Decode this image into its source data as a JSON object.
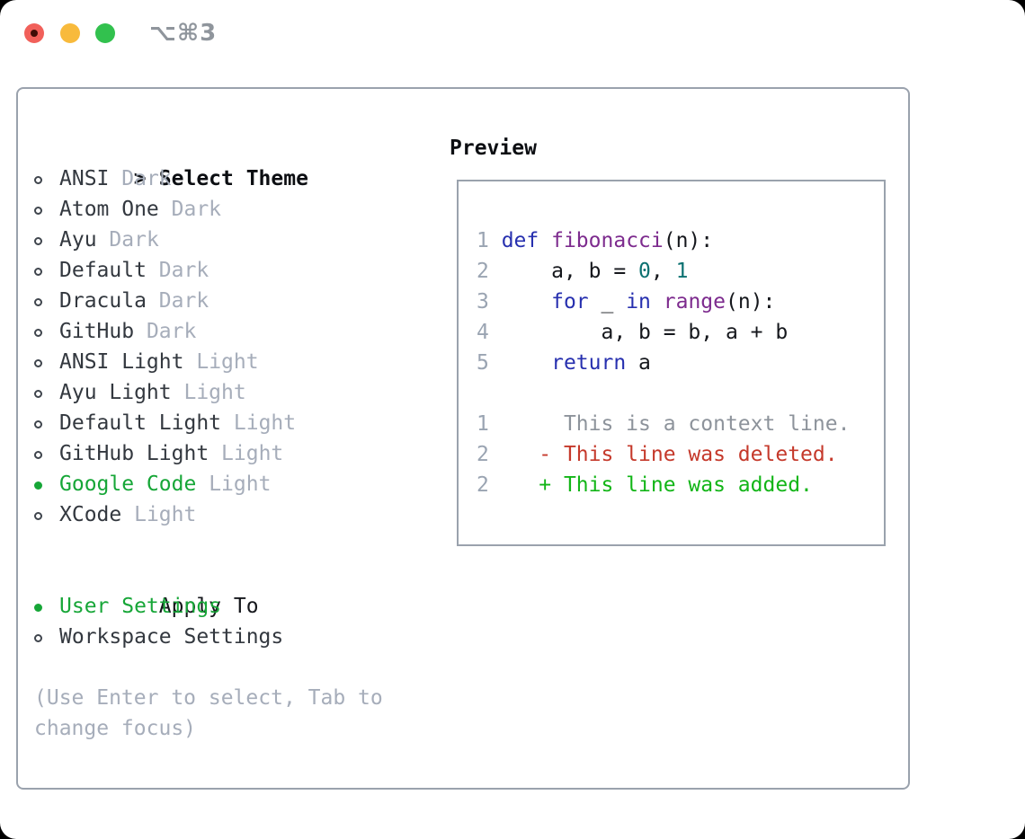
{
  "titlebar": {
    "title": "⌥⌘3",
    "buttons": [
      "close",
      "minimize",
      "zoom"
    ]
  },
  "colors": {
    "accent_green": "#16a637",
    "diff_added": "#12b517",
    "diff_removed": "#c5392b",
    "diff_context": "#8d939b",
    "keyword_blue": "#2730af",
    "function_purple": "#7d2b8e",
    "literal_teal": "#0c7171",
    "line_number_gray": "#9aa4b2",
    "muted_gray": "#a6adba",
    "text_dark": "#33383f",
    "heading_black": "#0c0e12",
    "border_gray": "#9aa2ad",
    "traffic_red": "#f1605a",
    "traffic_yellow": "#f8ba3c",
    "traffic_green": "#32c14e"
  },
  "theme_panel": {
    "header": {
      "cursor": ">",
      "label": "Select Theme"
    },
    "themes": [
      {
        "name": "ANSI",
        "variant": "Dark",
        "selected": false
      },
      {
        "name": "Atom One",
        "variant": "Dark",
        "selected": false
      },
      {
        "name": "Ayu",
        "variant": "Dark",
        "selected": false
      },
      {
        "name": "Default",
        "variant": "Dark",
        "selected": false
      },
      {
        "name": "Dracula",
        "variant": "Dark",
        "selected": false
      },
      {
        "name": "GitHub",
        "variant": "Dark",
        "selected": false
      },
      {
        "name": "ANSI Light",
        "variant": "Light",
        "selected": false
      },
      {
        "name": "Ayu Light",
        "variant": "Light",
        "selected": false
      },
      {
        "name": "Default Light",
        "variant": "Light",
        "selected": false
      },
      {
        "name": "GitHub Light",
        "variant": "Light",
        "selected": false
      },
      {
        "name": "Google Code",
        "variant": "Light",
        "selected": true
      },
      {
        "name": "XCode",
        "variant": "Light",
        "selected": false
      }
    ],
    "apply_to": {
      "label": "Apply To",
      "options": [
        {
          "name": "User Settings",
          "selected": true
        },
        {
          "name": "Workspace Settings",
          "selected": false
        }
      ]
    },
    "help": "(Use Enter to select, Tab to change focus)"
  },
  "preview": {
    "heading": "Preview",
    "code_lines": [
      [
        [
          "num",
          "1 "
        ],
        [
          "kwd",
          "def"
        ],
        [
          "pln",
          " "
        ],
        [
          "typ",
          "fibonacci"
        ],
        [
          "pln",
          "(n):"
        ]
      ],
      [
        [
          "num",
          "2 "
        ],
        [
          "pln",
          "    a, b = "
        ],
        [
          "lit",
          "0"
        ],
        [
          "pln",
          ", "
        ],
        [
          "lit",
          "1"
        ]
      ],
      [
        [
          "num",
          "3 "
        ],
        [
          "pln",
          "    "
        ],
        [
          "kwd",
          "for"
        ],
        [
          "pln",
          " _ "
        ],
        [
          "kwd",
          "in"
        ],
        [
          "pln",
          " "
        ],
        [
          "typ",
          "range"
        ],
        [
          "pln",
          "(n):"
        ]
      ],
      [
        [
          "num",
          "4 "
        ],
        [
          "pln",
          "        a, b = b, a + b"
        ]
      ],
      [
        [
          "num",
          "5 "
        ],
        [
          "pln",
          "    "
        ],
        [
          "kwd",
          "return"
        ],
        [
          "pln",
          " a"
        ]
      ],
      [],
      [
        [
          "num",
          "1 "
        ],
        [
          "ctx",
          "     This is a context line."
        ]
      ],
      [
        [
          "num",
          "2 "
        ],
        [
          "del",
          "   - This line was deleted."
        ]
      ],
      [
        [
          "num",
          "2 "
        ],
        [
          "add",
          "   + This line was added."
        ]
      ]
    ]
  }
}
